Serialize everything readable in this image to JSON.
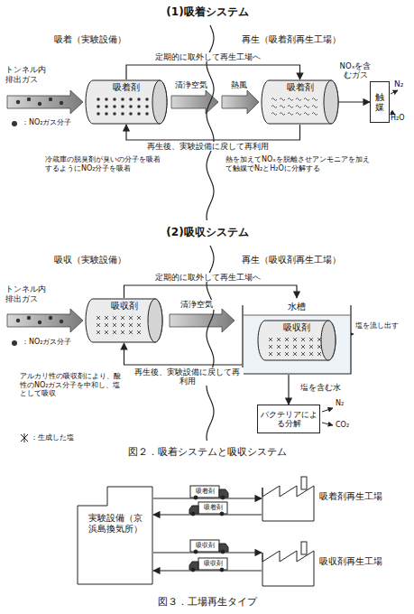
{
  "diagram": {
    "nodes": [
      {
        "text": [
          "吸着剤"
        ]
      },
      {
        "text": [
          "吸着剤"
        ]
      },
      {
        "text": [
          "触媒"
        ]
      },
      {
        "text": [
          "吸収剤"
        ]
      },
      {
        "text": [
          "水槽"
        ]
      },
      {
        "text": [
          "吸収剤"
        ],
        "in": 4
      },
      {
        "text": [
          "バクテリアによる分解"
        ]
      },
      {
        "text": [
          "実験設備（京浜島換気所）"
        ]
      },
      {
        "text": [
          "吸着剤再生工場"
        ]
      },
      {
        "text": [
          "吸収剤再生工場"
        ]
      }
    ],
    "edges": [
      {
        "from": 0,
        "to": 1,
        "label": "定期的に取外して再生工場へ",
        "arrow": "to"
      },
      {
        "from": 1,
        "to": 0,
        "label": "再生後、実験設備に戻して再利用",
        "arrow": "to"
      },
      {
        "from": 1,
        "to": 2,
        "label": "NOₓを含むガス",
        "arrow": "to"
      },
      {
        "from": 3,
        "to": 4,
        "label": "定期的に取外して再生工場へ",
        "arrow": "to"
      },
      {
        "from": 4,
        "to": 3,
        "label": "再生後、実験設備に戻して再利用",
        "arrow": "to"
      },
      {
        "from": 4,
        "to": 6,
        "label": "塩を含む水",
        "arrow": "to"
      },
      {
        "from": 7,
        "to": 8,
        "arrow": "to"
      },
      {
        "from": 8,
        "to": 7,
        "arrow": "to"
      },
      {
        "from": 7,
        "to": 9,
        "arrow": "to"
      },
      {
        "from": 9,
        "to": 7,
        "arrow": "to"
      }
    ],
    "labels": [
      "(1)吸着システム",
      "吸着（実験設備）",
      "再生（吸着剤再生工場）",
      "トンネル内排出ガス",
      "：NO₂ガス分子",
      "清浄空気",
      "熱風",
      "N₂",
      "H₂O",
      "冷蔵庫の脱臭剤が臭いの分子を吸着するようにNO₂分子を吸着",
      "熱を加えてNOₓを脱離させアンモニアを加えて触媒でN₂とH₂Oに分解する",
      "(2)吸収システム",
      "吸収（実験設備）",
      "再生（吸収剤再生工場）",
      "トンネル内排出ガス",
      "：NO₂ガス分子",
      "清浄空気",
      "塩を流し出す",
      "N₂",
      "CO₂",
      "アルカリ性の吸収剤により、酸性のNO₂ガス分子を中和し、塩として吸収",
      "：生成した塩",
      "図２．吸着システムと吸収システム",
      "吸着剤",
      "吸着剤",
      "吸収剤",
      "吸収剤",
      "図３．工場再生タイプ"
    ]
  }
}
